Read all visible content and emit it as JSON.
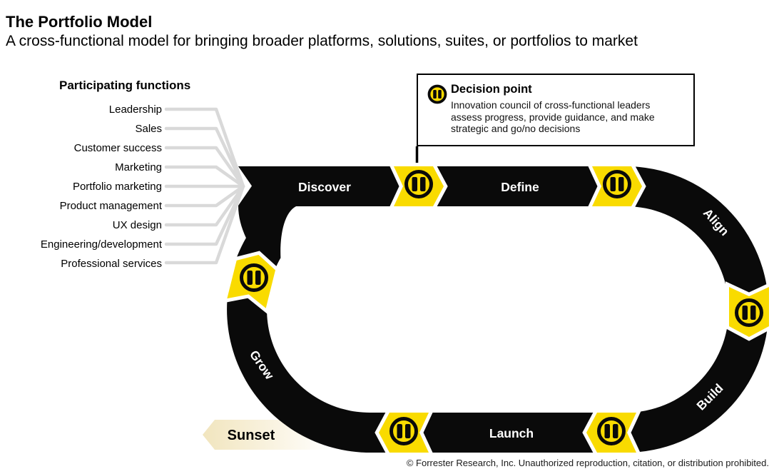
{
  "header": {
    "title": "The Portfolio Model",
    "subtitle": "A cross-functional model for bringing broader platforms, solutions, suites, or portfolios to market"
  },
  "participating_functions": {
    "heading": "Participating functions",
    "items": [
      "Leadership",
      "Sales",
      "Customer success",
      "Marketing",
      "Portfolio marketing",
      "Product management",
      "UX design",
      "Engineering/development",
      "Professional services"
    ]
  },
  "decision_point": {
    "icon": "pause-icon",
    "title": "Decision point",
    "description_lines": [
      "Innovation council of cross-functional leaders",
      "assess progress, provide guidance, and make",
      "strategic and go/no decisions"
    ]
  },
  "phases": {
    "discover": "Discover",
    "define": "Define",
    "align": "Align",
    "build": "Build",
    "launch": "Launch",
    "grow": "Grow"
  },
  "sunset": {
    "label": "Sunset"
  },
  "colors": {
    "accent_yellow": "#F9DB00",
    "track_black": "#0A0A0A",
    "funnel_gray": "#D9D9D9",
    "sunset_cream": "#F1E5BE",
    "phase_text": "#FFFFFF"
  },
  "footer": {
    "copyright": "© Forrester Research, Inc. Unauthorized reproduction, citation, or distribution prohibited."
  }
}
